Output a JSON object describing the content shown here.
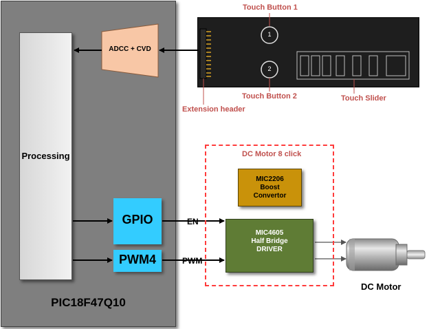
{
  "mcu": {
    "label": "PIC18F47Q10"
  },
  "processing": {
    "label": "Processing"
  },
  "gpio": {
    "label": "GPIO"
  },
  "pwm4": {
    "label": "PWM4"
  },
  "adc": {
    "label": "ADCC + CVD"
  },
  "board": {
    "title": "QT7 Xplained Pro extension board",
    "button1": {
      "label": "Touch Button 1",
      "number": "1"
    },
    "button2": {
      "label": "Touch Button 2",
      "number": "2"
    },
    "slider": {
      "label": "Touch Slider"
    },
    "header": {
      "label": "Extension header"
    }
  },
  "click": {
    "title": "DC Motor 8 click",
    "boost": [
      "MIC2206",
      "Boost",
      "Convertor"
    ],
    "driver": [
      "MIC4605",
      "Half Bridge",
      "DRIVER"
    ]
  },
  "signals": {
    "en": "EN",
    "pwm": "PWM"
  },
  "motor": {
    "label": "DC Motor"
  },
  "colors": {
    "mcu": "#7f7f7f",
    "gpio": "#33ccff",
    "adc": "#f8c7a6",
    "boost": "#c9920a",
    "driver": "#5f7c35",
    "board": "#1e1e1e",
    "annotation": "#c0504d",
    "header_pins": "#d8a325",
    "click_border": "#ff3b3b"
  }
}
